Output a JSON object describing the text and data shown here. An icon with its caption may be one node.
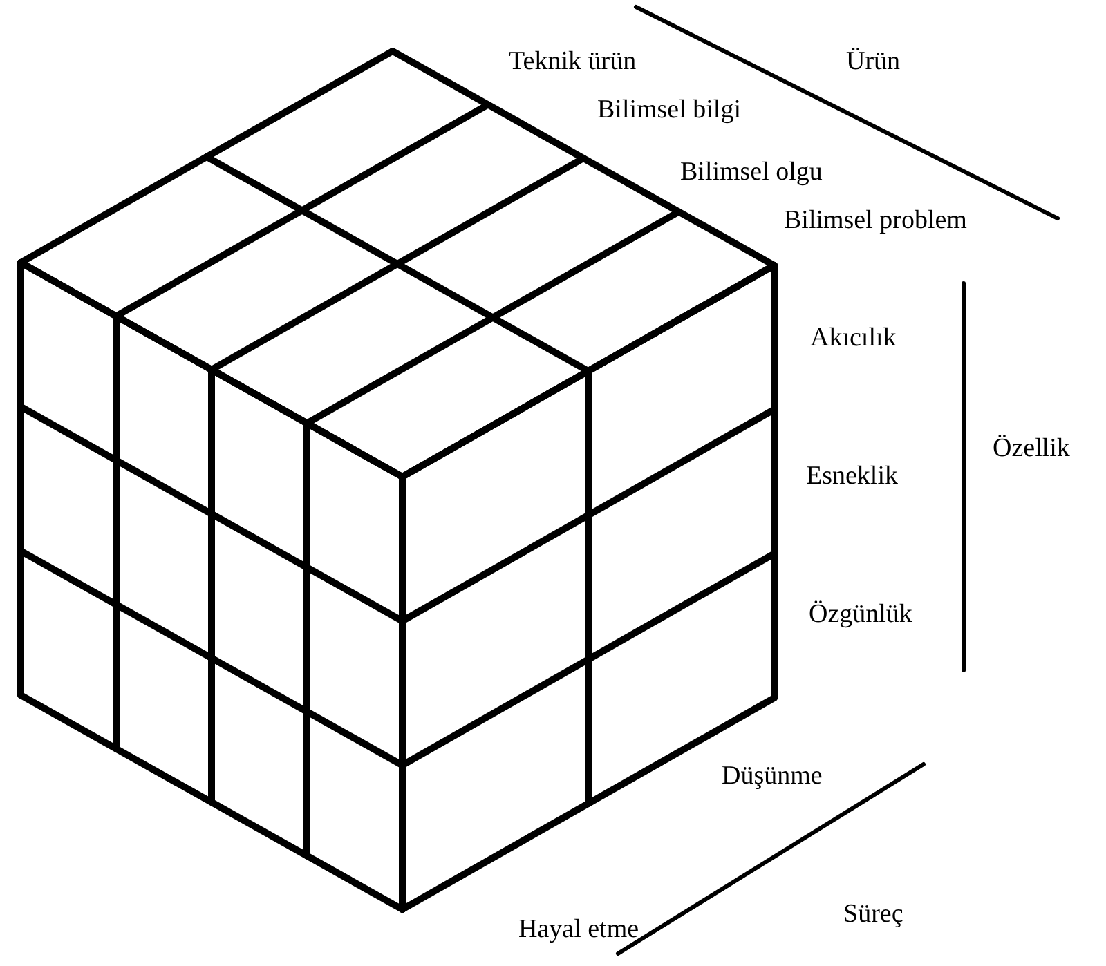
{
  "diagram": {
    "labels": [
      "Teknik ürün",
      "Ürün",
      "Bilimsel bilgi",
      "Bilimsel olgu",
      "Bilimsel problem",
      "Akıcılık",
      "Esneklik",
      "Özellik",
      "Özgünlük",
      "Düşünme",
      "Süreç",
      "Hayal etme"
    ]
  }
}
